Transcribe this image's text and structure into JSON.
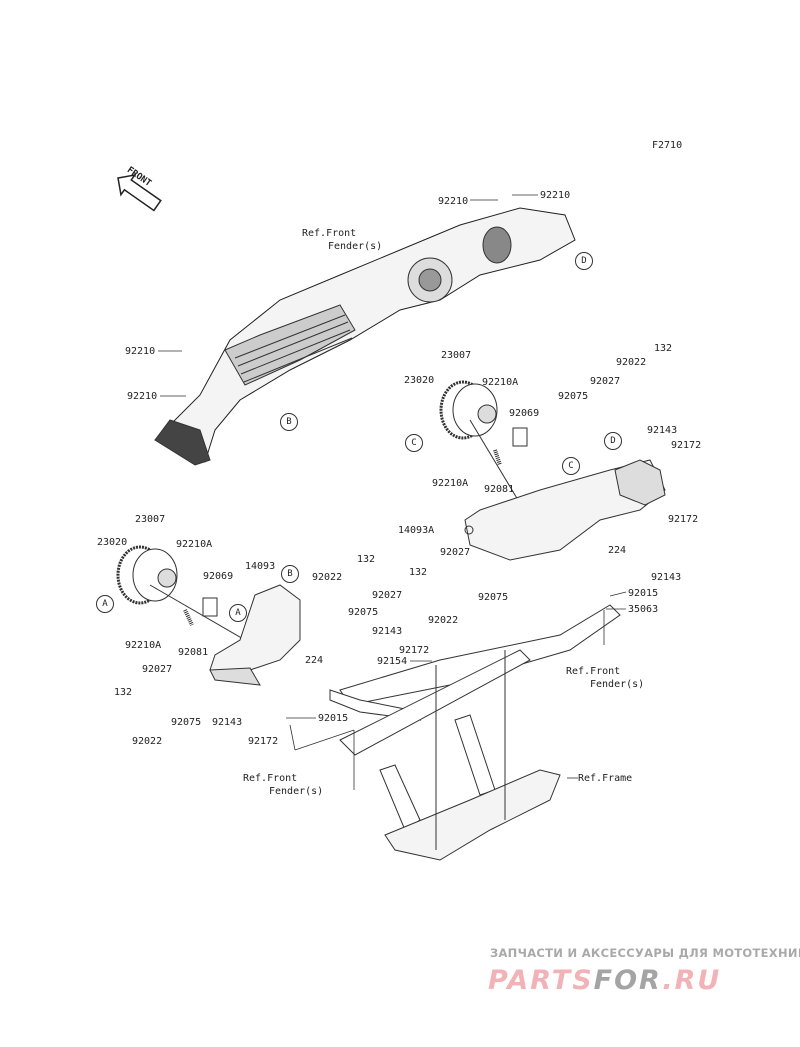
{
  "diagram_code": "F2710",
  "front_arrow_label": "FRONT",
  "refs": {
    "ref_front_fender_top": [
      "Ref.Front",
      "Fender(s)"
    ],
    "ref_front_fender_right": [
      "Ref.Front",
      "Fender(s)"
    ],
    "ref_front_fender_left": [
      "Ref.Front",
      "Fender(s)"
    ],
    "ref_frame": "Ref.Frame"
  },
  "circle_markers": {
    "a": "A",
    "b": "B",
    "c": "C",
    "d": "D"
  },
  "labels": {
    "p92210_1": "92210",
    "p92210_2": "92210",
    "p92210_3": "92210",
    "p92210_4": "92210",
    "r23007": "23007",
    "r23020": "23020",
    "r92210a_top": "92210A",
    "r92069": "92069",
    "r92210a_bot": "92210A",
    "r92081": "92081",
    "r132_top": "132",
    "r92022_top": "92022",
    "r92027_top": "92027",
    "r92075_top": "92075",
    "r92143_top": "92143",
    "r92172_top": "92172",
    "r14093a": "14093A",
    "r92172_bot": "92172",
    "r224": "224",
    "r92143_bot": "92143",
    "r92027_bot": "92027",
    "r132_bot": "132",
    "r92022_bot": "92022",
    "r92075_bot": "92075",
    "r92015": "92015",
    "r35063": "35063",
    "r92154": "92154",
    "l23007": "23007",
    "l23020": "23020",
    "l92210a_top": "92210A",
    "l92069": "92069",
    "l92210a_bot": "92210A",
    "l92081": "92081",
    "l14093": "14093",
    "l132_top": "132",
    "l92022_top": "92022",
    "l92027_top": "92027",
    "l92075_top": "92075",
    "l92143_top": "92143",
    "l92172_top": "92172",
    "l224": "224",
    "l92027_bot": "92027",
    "l132_bot": "132",
    "l92075_bot": "92075",
    "l92022_bot": "92022",
    "l92143_bot": "92143",
    "l92172_bot": "92172",
    "l92015": "92015"
  },
  "watermark": {
    "tagline": "ЗАПЧАСТИ И АКСЕССУАРЫ ДЛЯ МОТОТЕХНИКИ",
    "logo_part1": "PARTS",
    "logo_part2": "FOR",
    "logo_part3": ".RU"
  }
}
